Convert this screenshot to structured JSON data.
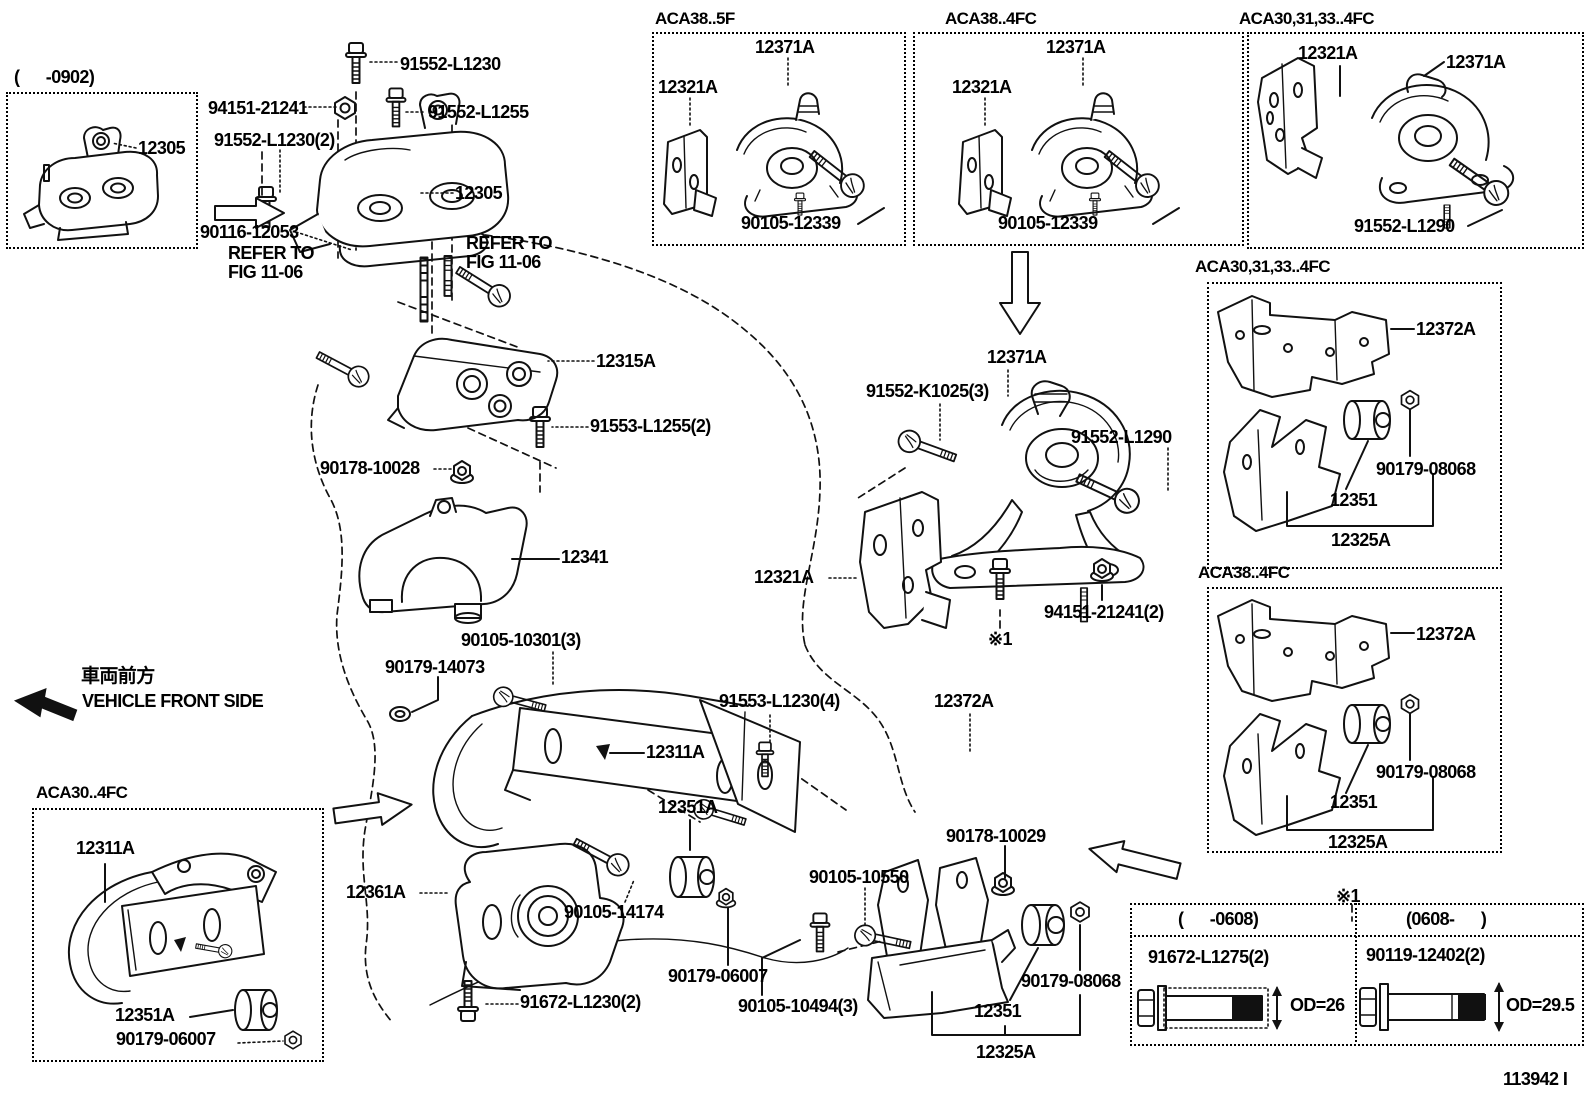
{
  "figure": {
    "id": "113942 I",
    "note_marker": "※1"
  },
  "orientation": {
    "jp": "車両前方",
    "en": "VEHICLE FRONT SIDE",
    "inset_note": "(      -0902)"
  },
  "callouts": {
    "c91552_l1230": "91552-L1230",
    "c94151_21241": "94151-21241",
    "c91552_l1255": "91552-L1255",
    "c91552_l1230_2": "91552-L1230(2)",
    "c12305_inset": "12305",
    "c12305": "12305",
    "c90116_12053": "90116-12053",
    "refer_fig_11_06": "REFER TO\nFIG 11-06",
    "c12315a": "12315A",
    "c91553_l1255_2": "91553-L1255(2)",
    "c90178_10028": "90178-10028",
    "c12341": "12341",
    "c12321a": "12321A",
    "c12371a": "12371A",
    "c91552_k1025_3": "91552-K1025(3)",
    "c91552_l1290": "91552-L1290",
    "c94151_21241_2": "94151-21241(2)",
    "c90105_10301_3": "90105-10301(3)",
    "c90179_14073": "90179-14073",
    "c12311a": "12311A",
    "c12351a": "12351A",
    "c12361a": "12361A",
    "c90105_14174": "90105-14174",
    "c90179_06007": "90179-06007",
    "c91672_l1230_2": "91672-L1230(2)",
    "c90105_10494_3": "90105-10494(3)",
    "c91553_l1230_4": "91553-L1230(4)",
    "c12372a": "12372A",
    "c90178_10029": "90178-10029",
    "c90105_10550": "90105-10550",
    "c90179_08068": "90179-08068",
    "c12351": "12351",
    "c12325a": "12325A"
  },
  "inset_boxes": {
    "aca38_5f": {
      "header": "ACA38..5F",
      "mount": "12371A",
      "bracket": "12321A",
      "bolt": "90105-12339"
    },
    "aca38_4fc_top": {
      "header": "ACA38..4FC",
      "mount": "12371A",
      "bracket": "12321A",
      "bolt": "90105-12339"
    },
    "aca30_31_33_top": {
      "header": "ACA30,31,33..4FC",
      "bracket": "12321A",
      "mount": "12371A",
      "bolt": "91552-L1290"
    },
    "aca30_31_33_mid": {
      "header": "ACA30,31,33..4FC",
      "bracket": "12372A",
      "nut": "90179-08068",
      "member": "12351",
      "assembly": "12325A"
    },
    "aca38_4fc_low": {
      "header": "ACA38..4FC",
      "bracket": "12372A",
      "nut": "90179-08068",
      "member": "12351",
      "assembly": "12325A"
    },
    "aca30_4fc": {
      "header": "ACA30..4FC",
      "bracket": "12311A",
      "bushing": "12351A",
      "nut": "90179-06007"
    }
  },
  "note_table": {
    "marker": "※1",
    "left": {
      "range": "(      -0608)",
      "part": "91672-L1275(2)",
      "od": "OD=26"
    },
    "right": {
      "range": "(0608-      )",
      "part": "90119-12402(2)",
      "od": "OD=29.5"
    }
  }
}
